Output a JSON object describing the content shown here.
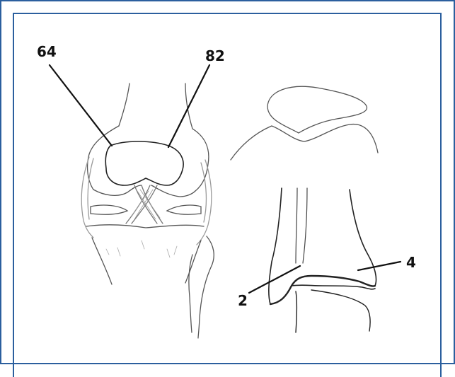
{
  "frame": {
    "border_color": "#2b5f9e"
  },
  "diagram": {
    "labels": {
      "label_64": "64",
      "label_82": "82",
      "label_2": "2",
      "label_4": "4"
    },
    "colors": {
      "line": "#111111",
      "sketch": "#555555",
      "shade": "#9a9a9a"
    }
  }
}
